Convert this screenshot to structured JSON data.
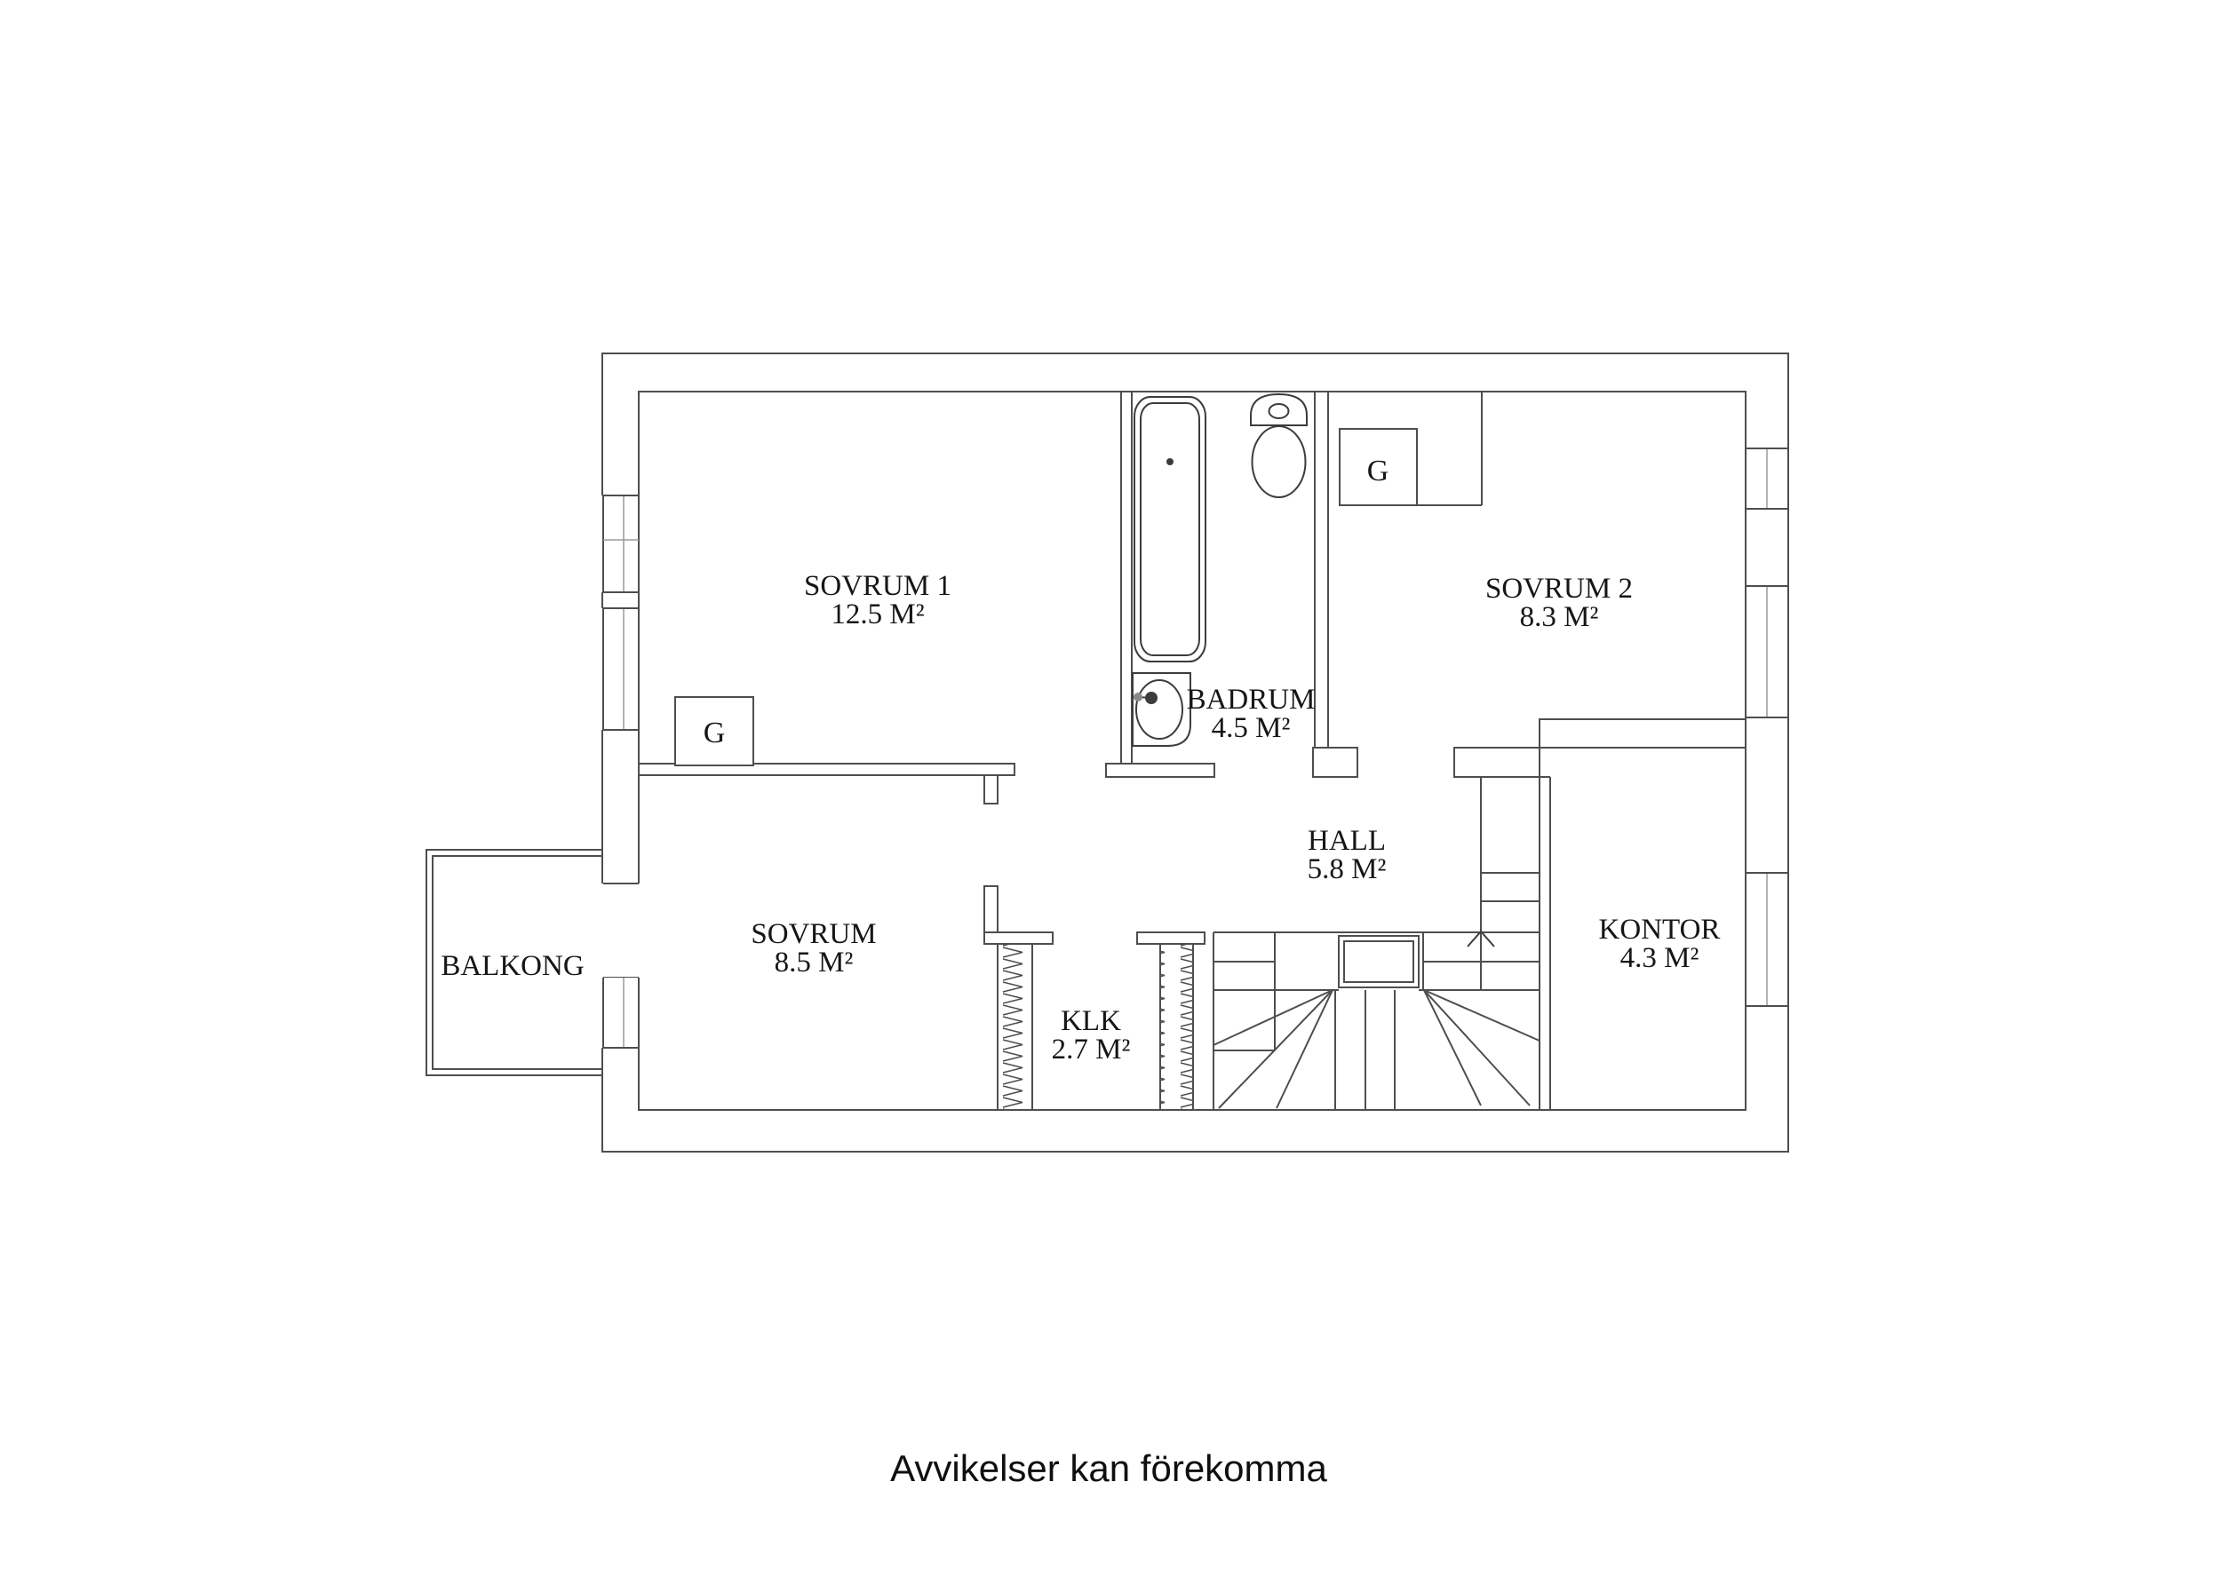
{
  "colors": {
    "background": "#ffffff",
    "wall_line": "#4e4e4e",
    "fixture_line": "#3c3c3c",
    "text": "#161616"
  },
  "floor_plan": {
    "rooms": [
      {
        "name": "SOVRUM 1",
        "area": "12.5 M²"
      },
      {
        "name": "BADRUM",
        "area": "4.5 M²"
      },
      {
        "name": "SOVRUM 2",
        "area": "8.3 M²"
      },
      {
        "name": "SOVRUM",
        "area": "8.5 M²"
      },
      {
        "name": "HALL",
        "area": "5.8 M²"
      },
      {
        "name": "KLK",
        "area": "2.7 M²"
      },
      {
        "name": "KONTOR",
        "area": "4.3 M²"
      },
      {
        "name": "BALKONG",
        "area": ""
      }
    ],
    "wardrobes": [
      {
        "label": "G"
      },
      {
        "label": "G"
      }
    ],
    "fixtures": [
      "bathtub",
      "toilet",
      "sink",
      "stairs"
    ]
  },
  "footer": {
    "disclaimer": "Avvikelser kan förekomma"
  }
}
